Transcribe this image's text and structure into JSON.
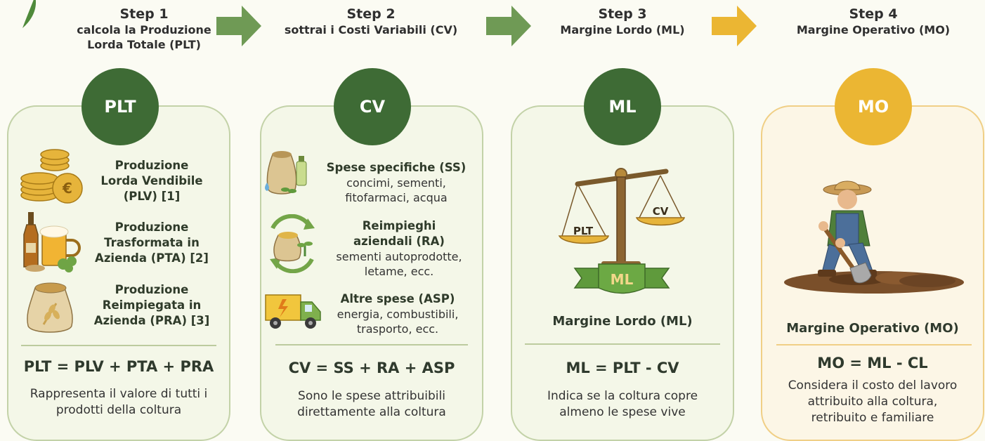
{
  "steps": [
    {
      "num": "Step 1",
      "line1": "calcola la Produzione",
      "line2": "Lorda Totale (PLT)"
    },
    {
      "num": "Step 2",
      "line1": "sottrai i Costi Variabili (CV)"
    },
    {
      "num": "Step 3",
      "line1": "Margine Lordo (ML)"
    },
    {
      "num": "Step 4",
      "line1": "Margine Operativo (MO)"
    }
  ],
  "card1": {
    "badge": "PLT",
    "items": [
      {
        "l1": "Produzione",
        "l2": "Lorda Vendibile",
        "l3": "(PLV) [1]"
      },
      {
        "l1": "Produzione",
        "l2": "Trasformata in",
        "l3": "Azienda (PTA) [2]"
      },
      {
        "l1": "Produzione",
        "l2": "Reimpiegata in",
        "l3": "Azienda (PRA) [3]"
      }
    ],
    "formula": "PLT = PLV + PTA + PRA",
    "desc1": "Rappresenta il valore di tutti i",
    "desc2": "prodotti della coltura"
  },
  "card2": {
    "badge": "CV",
    "items": [
      {
        "title": "Spese specifiche (SS)",
        "t1": "concimi, sementi,",
        "t2": "fitofarmaci, acqua"
      },
      {
        "title": "Reimpieghi",
        "title2": "aziendali (RA)",
        "t1": "sementi autoprodotte,",
        "t2": "letame, ecc."
      },
      {
        "title": "Altre spese (ASP)",
        "t1": "energia, combustibili,",
        "t2": "trasporto, ecc."
      }
    ],
    "formula": "CV = SS + RA + ASP",
    "desc1": "Sono le spese attribuibili",
    "desc2": "direttamente alla coltura"
  },
  "card3": {
    "badge": "ML",
    "scale_left": "PLT",
    "scale_right": "CV",
    "ribbon": "ML",
    "label": "Margine Lordo (ML)",
    "formula": "ML = PLT - CV",
    "desc1": "Indica se la coltura copre",
    "desc2": "almeno le spese vive"
  },
  "card4": {
    "badge": "MO",
    "label": "Margine Operativo (MO)",
    "formula": "MO = ML - CL",
    "desc1": "Considera il costo del lavoro",
    "desc2": "attribuito alla coltura,",
    "desc3": "retribuito e familiare"
  },
  "colors": {
    "green": "#3e6b35",
    "gold": "#ebb633",
    "arrow_green": "#6f9a55"
  }
}
